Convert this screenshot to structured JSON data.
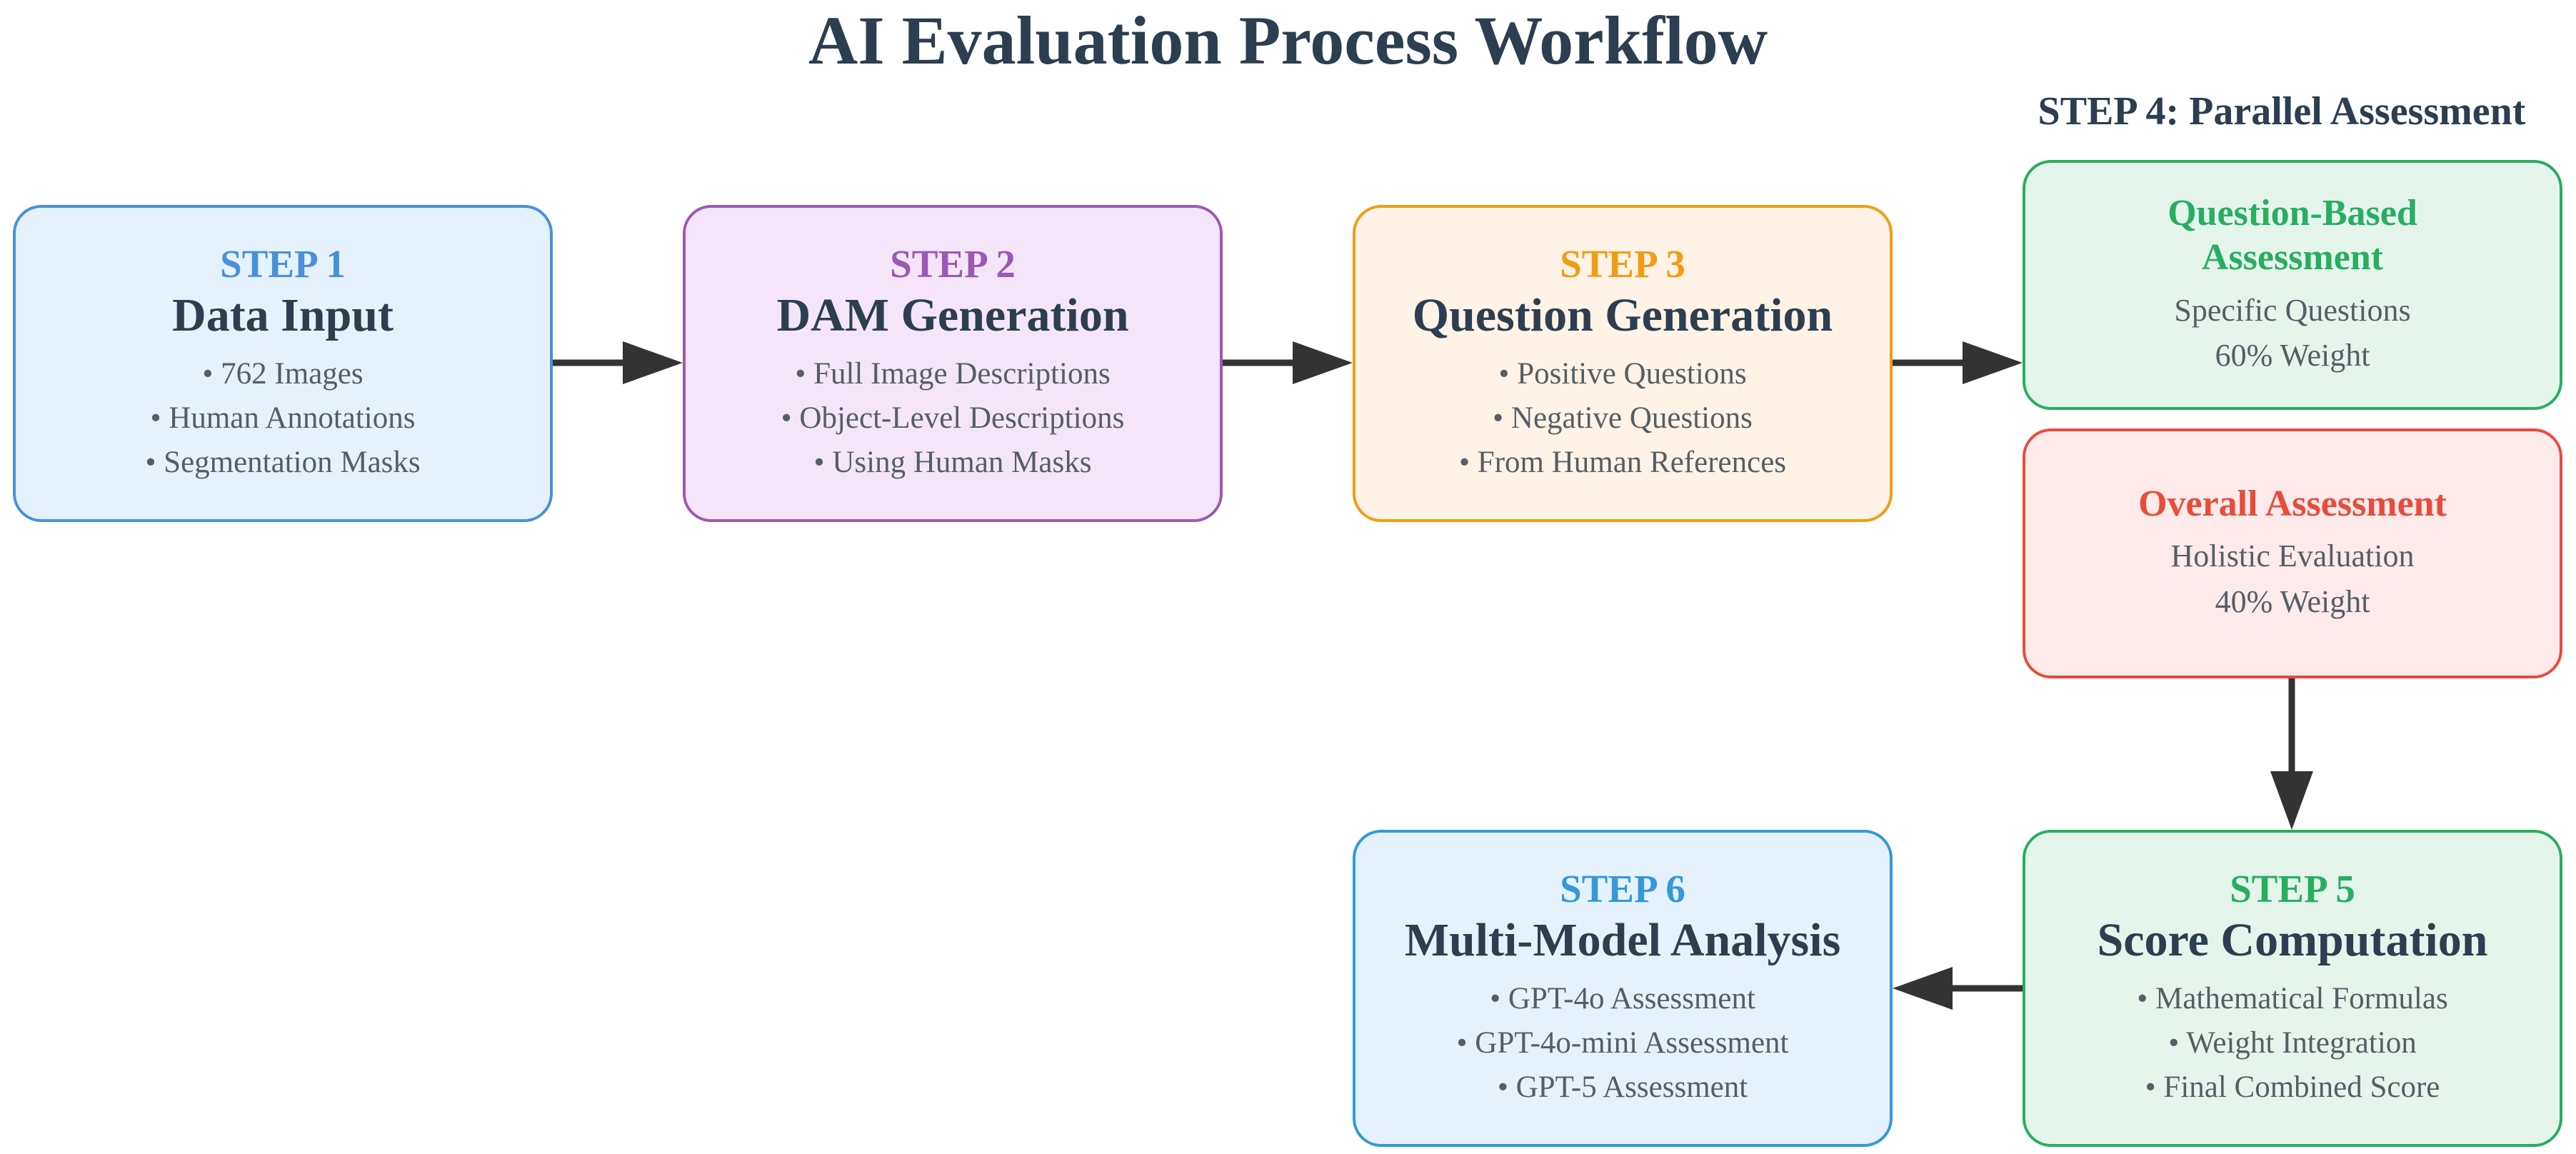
{
  "title": "AI Evaluation Process Workflow",
  "parallel_heading": "STEP 4: Parallel Assessment",
  "steps": [
    {
      "label": "STEP 1",
      "title": "Data Input",
      "color": "#4a90d9",
      "bg": "#e5f2fc",
      "items": [
        "• 762 Images",
        "• Human Annotations",
        "• Segmentation Masks"
      ]
    },
    {
      "label": "STEP 2",
      "title": "DAM Generation",
      "color": "#9b59b6",
      "bg": "#f4e6f8",
      "items": [
        "• Full Image Descriptions",
        "• Object-Level Descriptions",
        "• Using Human Masks"
      ]
    },
    {
      "label": "STEP 3",
      "title": "Question Generation",
      "color": "#f39c12",
      "bg": "#fef3e6",
      "items": [
        "• Positive Questions",
        "• Negative Questions",
        "• From Human References"
      ]
    },
    {
      "label": "STEP 5",
      "title": "Score Computation",
      "color": "#27ae60",
      "bg": "#e6f5ec",
      "items": [
        "• Mathematical Formulas",
        "• Weight Integration",
        "• Final Combined Score"
      ]
    },
    {
      "label": "STEP 6",
      "title": "Multi-Model Analysis",
      "color": "#3498db",
      "bg": "#e5f2fb",
      "items": [
        "• GPT-4o Assessment",
        "• GPT-4o-mini Assessment",
        "• GPT-5 Assessment"
      ]
    }
  ],
  "assessments": [
    {
      "title": "Question-Based Assessment",
      "color": "#27ae60",
      "bg": "#e6f5ec",
      "lines": [
        "Specific Questions",
        "60% Weight"
      ]
    },
    {
      "title": "Overall Assessment",
      "color": "#e74c3c",
      "bg": "#fdeaea",
      "lines": [
        "Holistic Evaluation",
        "40% Weight"
      ]
    }
  ],
  "arrow_color": "#333333"
}
